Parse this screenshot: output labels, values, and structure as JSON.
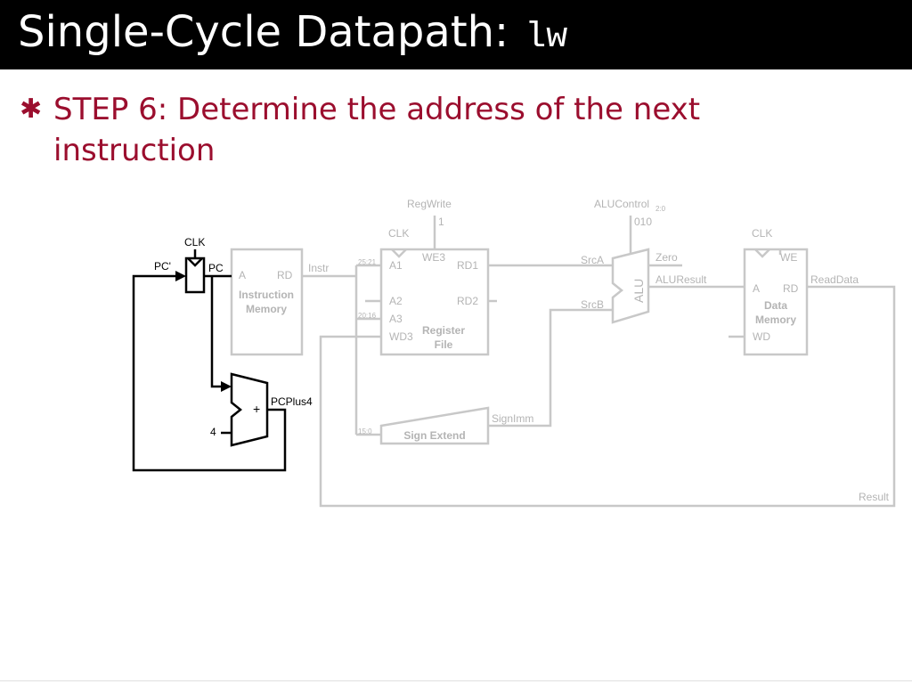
{
  "slide": {
    "title": "Single-Cycle Datapath:",
    "title_code": "lw",
    "bullet_symbol": "✱",
    "bullet_text": "STEP 6: Determine the address of the next instruction"
  },
  "diagram": {
    "labels": {
      "clk_pc": "CLK",
      "pc_prime": "PC'",
      "pc": "PC",
      "imem_a": "A",
      "imem_rd": "RD",
      "imem_title1": "Instruction",
      "imem_title2": "Memory",
      "instr": "Instr",
      "bits_25_21": "25:21",
      "bits_20_16": "20:16",
      "bits_15_0": "15:0",
      "regwrite": "RegWrite",
      "regwrite_val": "1",
      "clk_rf": "CLK",
      "we3": "WE3",
      "a1": "A1",
      "a2": "A2",
      "a3": "A3",
      "wd3": "WD3",
      "rd1": "RD1",
      "rd2": "RD2",
      "rf_title1": "Register",
      "rf_title2": "File",
      "sign_extend": "Sign Extend",
      "signimm": "SignImm",
      "alucontrol": "ALUControl",
      "alucontrol_sub": "2:0",
      "alucontrol_val": "010",
      "srca": "SrcA",
      "srcb": "SrcB",
      "alu": "ALU",
      "zero": "Zero",
      "aluresult": "ALUResult",
      "clk_dm": "CLK",
      "we": "WE",
      "dm_a": "A",
      "dm_rd": "RD",
      "dm_wd": "WD",
      "dm_title1": "Data",
      "dm_title2": "Memory",
      "readdata": "ReadData",
      "result": "Result",
      "pcplus4": "PCPlus4",
      "const4": "4",
      "plus": "+"
    }
  }
}
